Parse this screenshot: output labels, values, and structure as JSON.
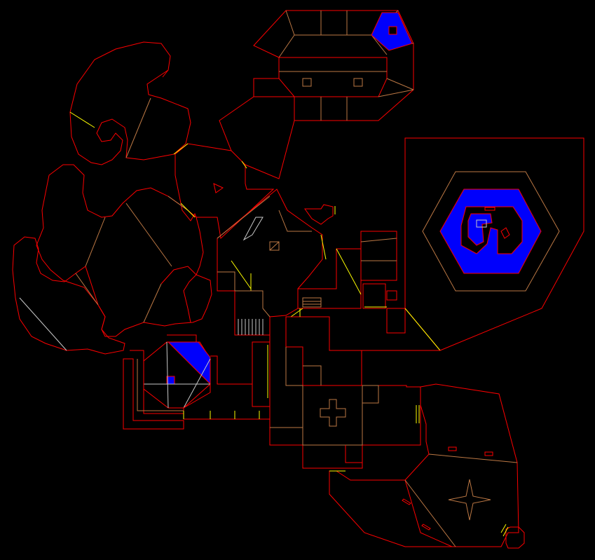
{
  "map": {
    "view": "automap",
    "colors": {
      "background": "#000000",
      "wall": "#fc0000",
      "floor_step": "#bc7844",
      "door": "#fcfc00",
      "liquid": "#0000fc",
      "secret": "#c8c8c8"
    },
    "regions": [
      "cavern-west",
      "north-hall",
      "hexagon-arena",
      "central-hub",
      "sw-pool-room",
      "south-star-room"
    ],
    "marks": [
      "cross-marker",
      "star-marker"
    ]
  }
}
